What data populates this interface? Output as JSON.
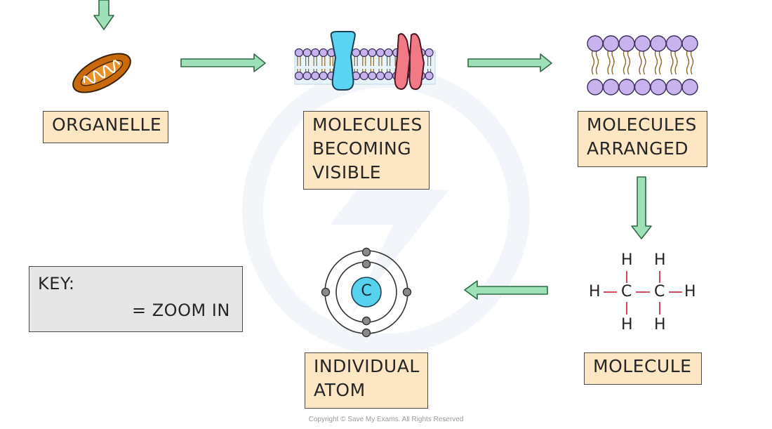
{
  "labels": {
    "organelle": [
      "ORGANELLE"
    ],
    "molecules_visible": [
      "MOLECULES",
      "BECOMING",
      "VISIBLE"
    ],
    "molecules_arranged": [
      "MOLECULES",
      "ARRANGED"
    ],
    "molecule": [
      "MOLECULE"
    ],
    "atom": [
      "INDIVIDUAL",
      "ATOM"
    ]
  },
  "key": {
    "title": "KEY:",
    "text": "= ZOOM IN"
  },
  "atom_symbol": "C",
  "molecule_atoms": {
    "carbon": "C",
    "hydrogen": "H"
  },
  "copyright": "Copyright © Save My Exams. All Rights Reserved",
  "colors": {
    "arrow_fill": "#9ee0b8",
    "arrow_stroke": "#2e6b45",
    "label_bg": "#fde6c4",
    "key_bg": "#e6e6e6",
    "mitochondrion": "#c8690c",
    "phospholipid_head": "#c9b3ee",
    "channel_protein_blue": "#5ad4f2",
    "channel_protein_red": "#f17a86",
    "nucleus": "#56d2ee",
    "bond": "#c8344a"
  }
}
